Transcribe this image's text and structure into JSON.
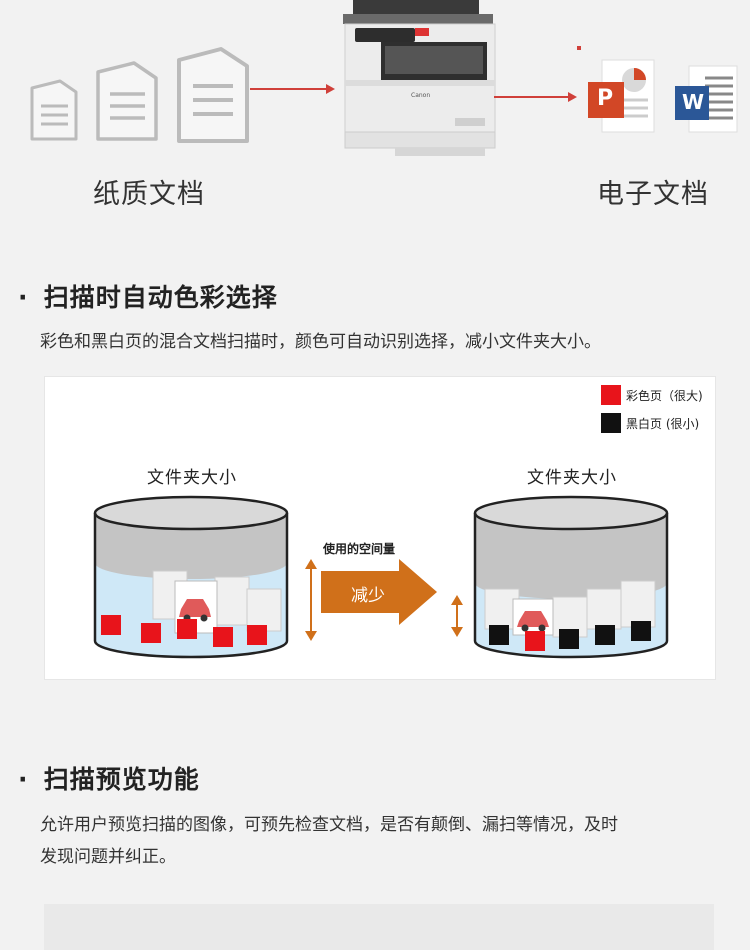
{
  "flow": {
    "paper_label": "纸质文档",
    "digital_label": "电子文档",
    "scanner_brand": "Canon",
    "ppt_letter": "P",
    "word_letter": "W"
  },
  "section1": {
    "bullet": "·",
    "title": "扫描时自动色彩选择",
    "description": "彩色和黑白页的混合文档扫描时，颜色可自动识别选择，减小文件夹大小。"
  },
  "diagram": {
    "legend_color": "彩色页（很大)",
    "legend_bw": "黑白页 (很小)",
    "left_title": "文件夹大小",
    "right_title": "文件夹大小",
    "used_space": "使用的空间量",
    "reduce": "减少",
    "colors": {
      "red": "#e8141b",
      "black": "#111111",
      "orange": "#d0701a",
      "water": "#cfe8f7",
      "drum": "#c4c4c4"
    }
  },
  "section2": {
    "bullet": "·",
    "title": "扫描预览功能",
    "line1": "允许用户预览扫描的图像，可预先检查文档，是否有颠倒、漏扫等情况，及时",
    "line2": "发现问题并纠正。"
  }
}
